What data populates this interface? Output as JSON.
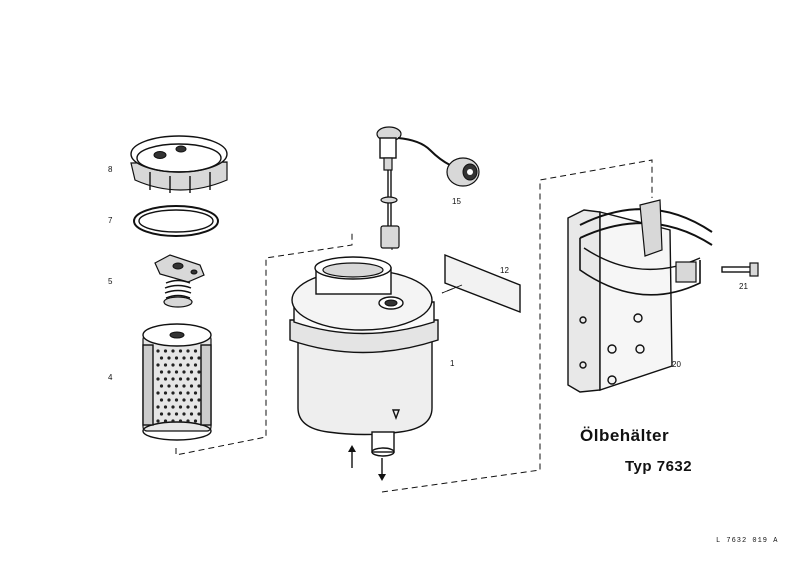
{
  "title": "Ölbehälter",
  "subtitle": "Typ 7632",
  "reference": "L 7632 019 A",
  "part_labels": {
    "cap": "8",
    "seal_ring": "7",
    "valve": "5",
    "filter": "4",
    "sensor": "15",
    "label_plate": "12",
    "tank": "1",
    "bracket": "20",
    "bolt": "21"
  }
}
